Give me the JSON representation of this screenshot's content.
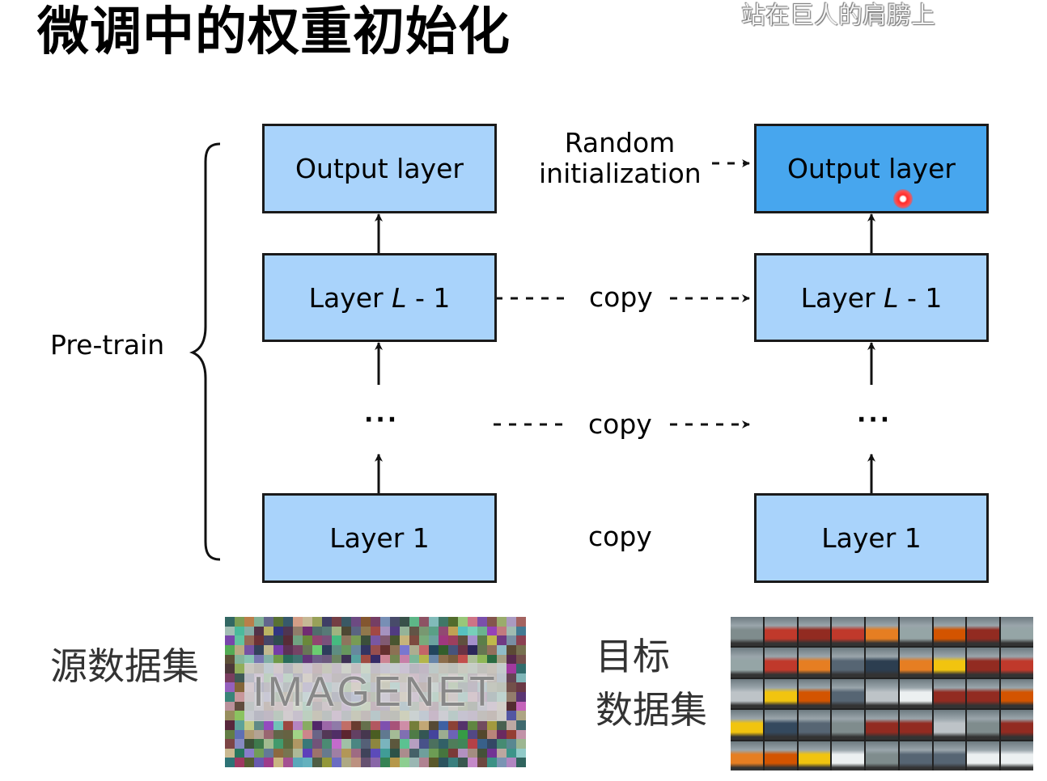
{
  "watermark": "站在巨人的肩膀上",
  "title": "微调中的权重初始化",
  "left_network": {
    "output_label": "Output layer",
    "layer_prefix": "Layer ",
    "layer_var": "L",
    "layer_suffix": " - 1",
    "ellipsis": "···",
    "layer1_label": "Layer 1"
  },
  "right_network": {
    "output_label": "Output layer",
    "layer_prefix": "Layer ",
    "layer_var": "L",
    "layer_suffix": " - 1",
    "ellipsis": "···",
    "layer1_label": "Layer 1"
  },
  "random_init_line1": "Random",
  "random_init_line2": "initialization",
  "copy_labels": [
    "copy",
    "copy",
    "copy"
  ],
  "pretrain_label": "Pre-train",
  "source_dataset_label": "源数据集",
  "target_dataset_line1": "目标",
  "target_dataset_line2": "数据集",
  "imagenet_logo_text": "IMAGENET",
  "colors": {
    "box_fill": "#a9d3fb",
    "box_fill_active": "#47a6ee",
    "border": "#1a1a1a",
    "pointer": "#ff2a2a"
  }
}
